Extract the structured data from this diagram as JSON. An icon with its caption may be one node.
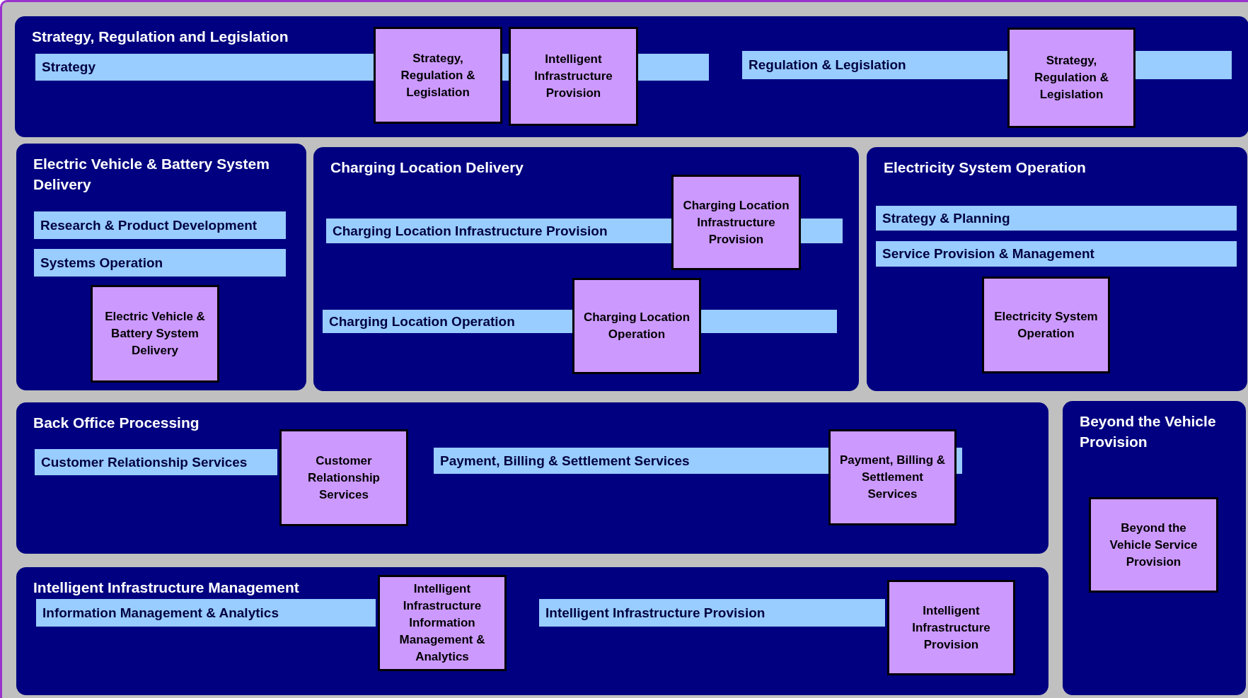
{
  "diagram": {
    "nodes": [
      {
        "text": [
          "Strategy, Regulation and Legislation"
        ]
      },
      {
        "text": [
          "Strategy"
        ],
        "in": 0
      },
      {
        "text": [
          "Strategy, Regulation & Legislation"
        ],
        "in": 0
      },
      {
        "text": [
          "Intelligent Infrastructure Provision"
        ],
        "in": 0
      },
      {
        "text": [
          "Regulation & Legislation"
        ],
        "in": 0
      },
      {
        "text": [
          "Strategy, Regulation & Legislation"
        ],
        "in": 0
      },
      {
        "text": [
          "Electric Vehicle & Battery System Delivery"
        ]
      },
      {
        "text": [
          "Research & Product  Development"
        ],
        "in": 6
      },
      {
        "text": [
          "Systems Operation"
        ],
        "in": 6
      },
      {
        "text": [
          "Electric Vehicle & Battery System Delivery"
        ],
        "in": 6
      },
      {
        "text": [
          "Charging Location Delivery"
        ]
      },
      {
        "text": [
          "Charging Location Infrastructure Provision"
        ],
        "in": 10
      },
      {
        "text": [
          "Charging Location Infrastructure Provision"
        ],
        "in": 10
      },
      {
        "text": [
          "Charging Location Operation"
        ],
        "in": 10
      },
      {
        "text": [
          "Charging Location Operation"
        ],
        "in": 10
      },
      {
        "text": [
          "Electricity System Operation"
        ]
      },
      {
        "text": [
          "Strategy & Planning"
        ],
        "in": 15
      },
      {
        "text": [
          "Service Provision & Management"
        ],
        "in": 15
      },
      {
        "text": [
          "Electricity System Operation"
        ],
        "in": 15
      },
      {
        "text": [
          "Back Office Processing"
        ]
      },
      {
        "text": [
          "Customer Relationship Services"
        ],
        "in": 19
      },
      {
        "text": [
          "Customer Relationship Services"
        ],
        "in": 19
      },
      {
        "text": [
          "Payment, Billing & Settlement Services"
        ],
        "in": 19
      },
      {
        "text": [
          "Payment, Billing & Settlement Services"
        ],
        "in": 19
      },
      {
        "text": [
          "Beyond the Vehicle Provision"
        ]
      },
      {
        "text": [
          "Beyond the Vehicle Service Provision"
        ],
        "in": 24
      },
      {
        "text": [
          "Intelligent Infrastructure Management"
        ]
      },
      {
        "text": [
          "Information Management & Analytics"
        ],
        "in": 26
      },
      {
        "text": [
          "Intelligent Infrastructure Information Management & Analytics"
        ],
        "in": 26
      },
      {
        "text": [
          "Intelligent Infrastructure Provision"
        ],
        "in": 26
      },
      {
        "text": [
          "Intelligent Infrastructure Provision"
        ],
        "in": 26
      }
    ]
  }
}
